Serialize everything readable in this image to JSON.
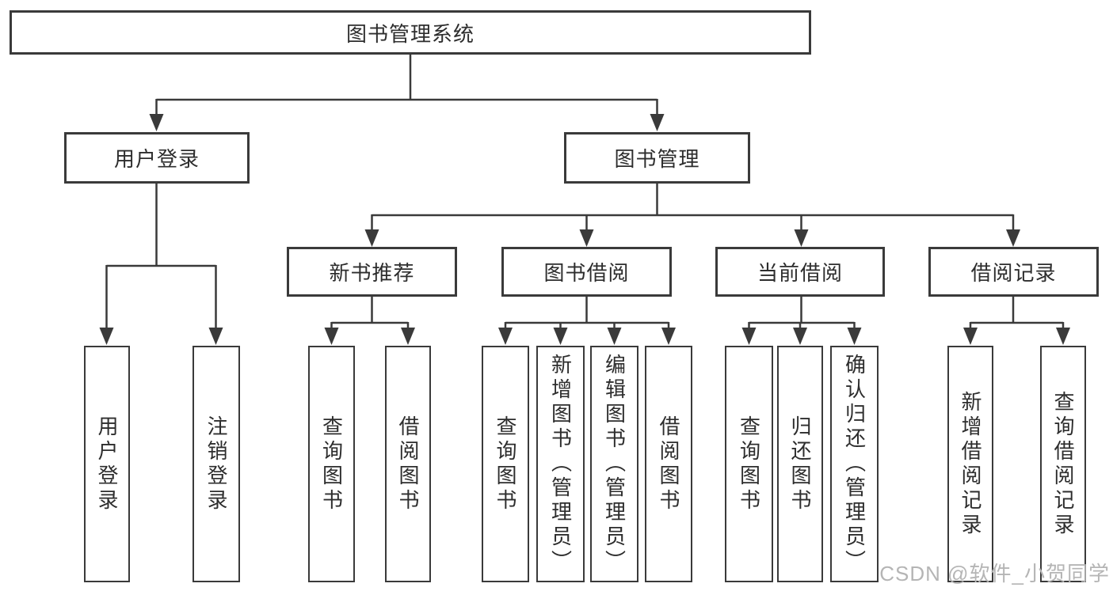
{
  "colors": {
    "line": "#3a3a3a",
    "text": "#2d2d2d",
    "watermark": "#b5b5b5",
    "background": "#ffffff"
  },
  "tree": {
    "root": {
      "label": "图书管理系统",
      "children": [
        {
          "label": "用户登录",
          "children": [
            {
              "label": "用户登录"
            },
            {
              "label": "注销登录"
            }
          ]
        },
        {
          "label": "图书管理",
          "children": [
            {
              "label": "新书推荐",
              "children": [
                {
                  "label": "查询图书"
                },
                {
                  "label": "借阅图书"
                }
              ]
            },
            {
              "label": "图书借阅",
              "children": [
                {
                  "label": "查询图书"
                },
                {
                  "label": "新增图书（管理员）"
                },
                {
                  "label": "编辑图书（管理员）"
                },
                {
                  "label": "借阅图书"
                }
              ]
            },
            {
              "label": "当前借阅",
              "children": [
                {
                  "label": "查询图书"
                },
                {
                  "label": "归还图书"
                },
                {
                  "label": "确认归还（管理员）"
                }
              ]
            },
            {
              "label": "借阅记录",
              "children": [
                {
                  "label": "新增借阅记录"
                },
                {
                  "label": "查询借阅记录"
                }
              ]
            }
          ]
        }
      ]
    }
  },
  "watermark": {
    "text": "CSDN @软件_小贺同学"
  }
}
